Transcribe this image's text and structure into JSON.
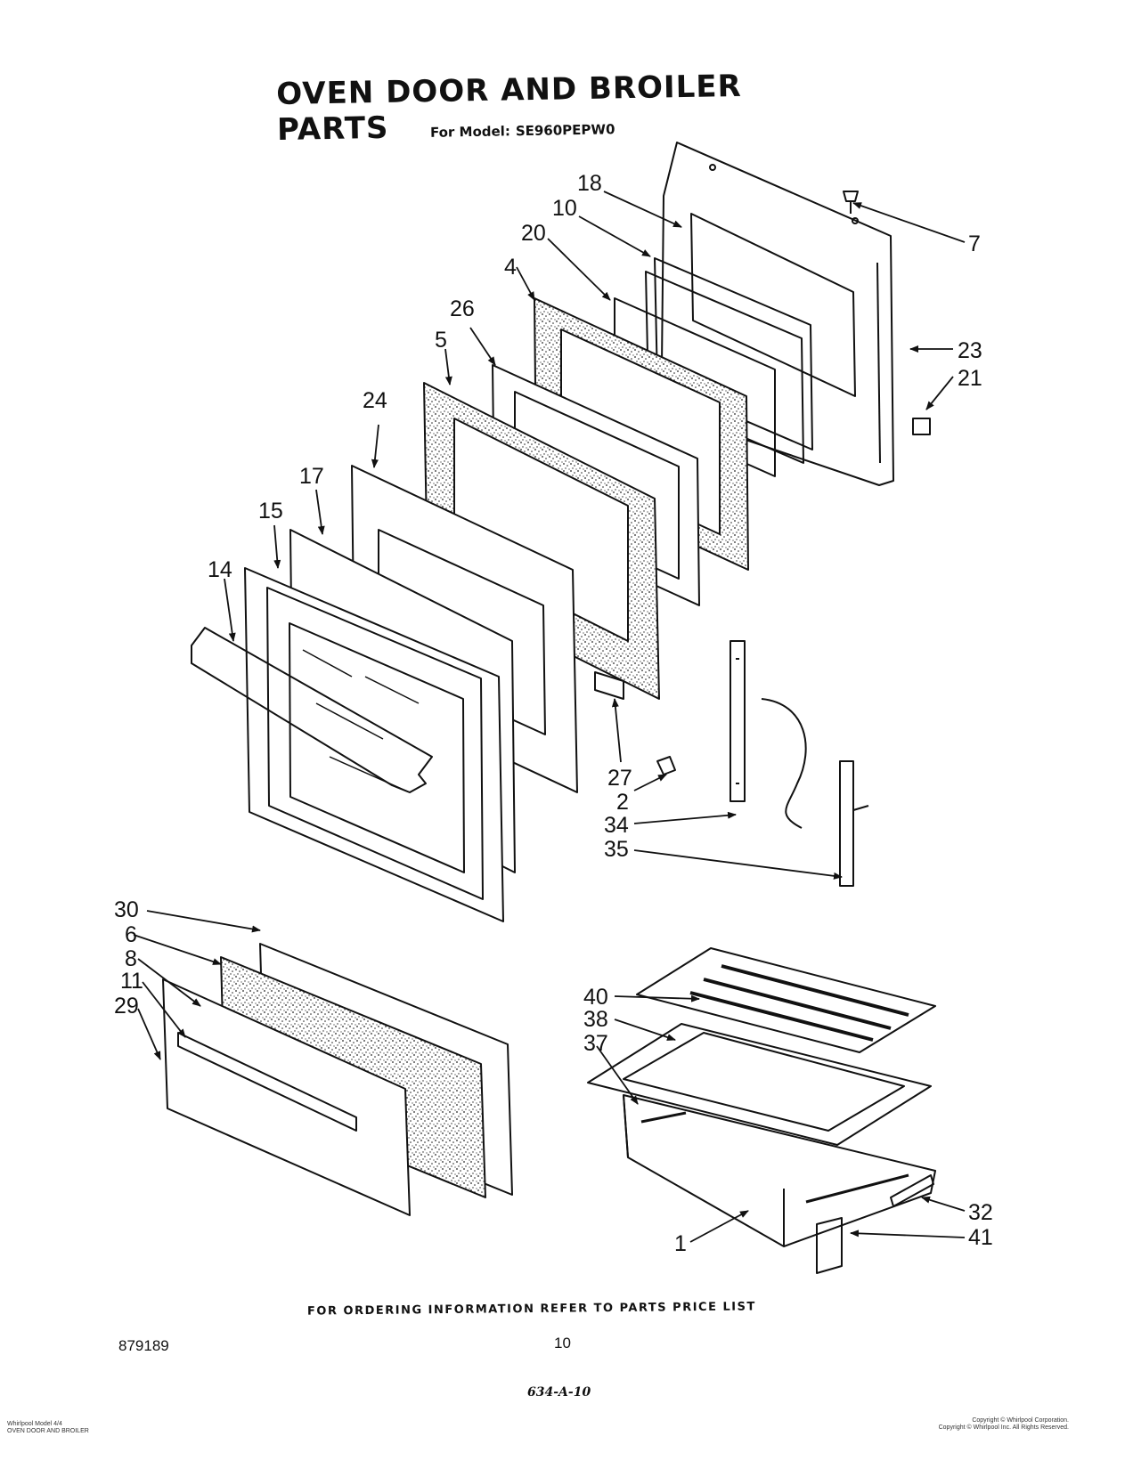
{
  "header": {
    "title": "OVEN DOOR AND BROILER PARTS",
    "model_prefix": "For Model:",
    "model": "SE960PEPW0"
  },
  "callouts": {
    "c1": "1",
    "c2": "2",
    "c4": "4",
    "c5": "5",
    "c6": "6",
    "c7": "7",
    "c8": "8",
    "c10": "10",
    "c11": "11",
    "c14": "14",
    "c15": "15",
    "c17": "17",
    "c18": "18",
    "c20": "20",
    "c21": "21",
    "c23": "23",
    "c24": "24",
    "c26": "26",
    "c27": "27",
    "c29": "29",
    "c30": "30",
    "c32": "32",
    "c34": "34",
    "c35": "35",
    "c37": "37",
    "c38": "38",
    "c40": "40",
    "c41": "41"
  },
  "footer": {
    "ordering_note": "FOR ORDERING INFORMATION REFER TO PARTS PRICE LIST",
    "doc_number": "879189",
    "page_number": "10",
    "handwritten_code": "634-A-10",
    "left_small_1": "Whirlpool Model 4/4",
    "left_small_2": "OVEN DOOR AND BROILER",
    "right_small_1": "Copyright © Whirlpool Corporation.",
    "right_small_2": "Copyright © Whirlpool Inc. All Rights Reserved."
  }
}
